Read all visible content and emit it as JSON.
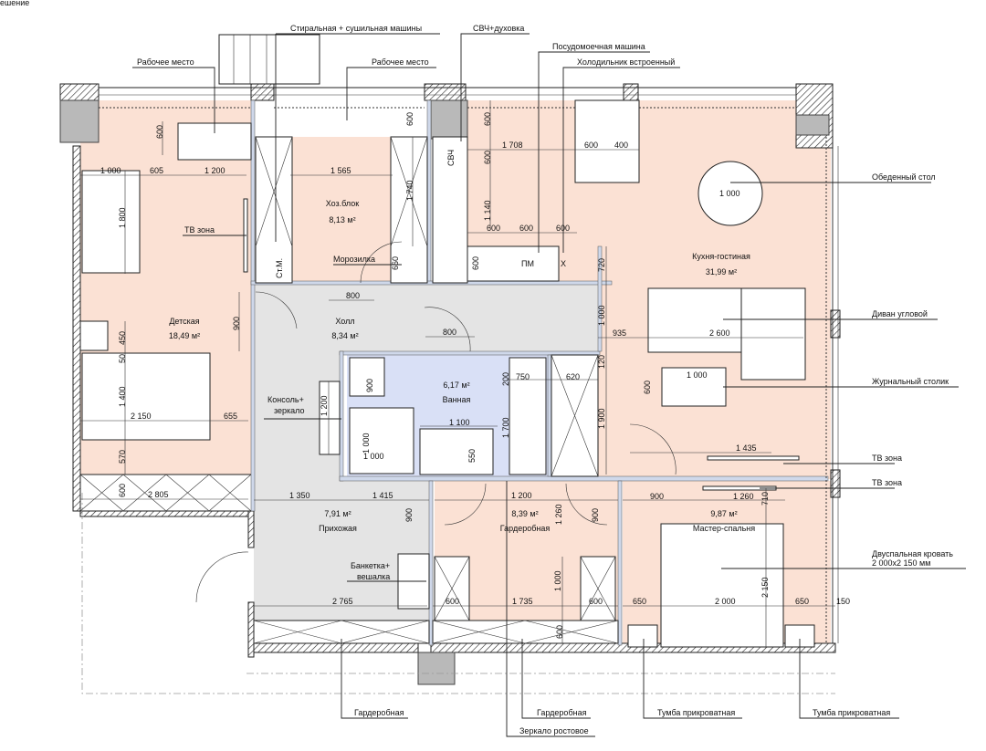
{
  "header": {
    "title_fragment": "ешение"
  },
  "colors": {
    "living": "#fbe1d4",
    "common": "#e4e4e4",
    "bath": "#d9e0f6",
    "wall": "#222222"
  },
  "rooms": {
    "kids": {
      "name": "Детская",
      "area": "18,49 м²"
    },
    "utility": {
      "name": "Хоз.блок",
      "area": "8,13 м²"
    },
    "hall": {
      "name": "Холл",
      "area": "8,34 м²"
    },
    "bath": {
      "name": "Ванная",
      "area": "6,17 м²"
    },
    "kitchen_living": {
      "name": "Кухня-гостиная",
      "area": "31,99 м²"
    },
    "entry": {
      "name": "Прихожая",
      "area": "7,91 м²"
    },
    "wardrobe": {
      "name": "Гардеробная",
      "area": "8,39 м²"
    },
    "master": {
      "name": "Мастер-спальня",
      "area": "9,87 м²"
    }
  },
  "appliance_marks": {
    "microwave": "СВЧ",
    "dishwasher": "ПМ",
    "fridge": "Х",
    "washer": "Ст.М."
  },
  "callouts": {
    "washer_dryer": "Стиральная + сушильная машины",
    "microwave_oven": "СВЧ+духовка",
    "dishwasher": "Посудомоечная машина",
    "fridge": "Холодильник встроенный",
    "workplace_1": "Рабочее место",
    "workplace_2": "Рабочее место",
    "tv_zone_kids": "ТВ зона",
    "freezer": "Морозилка",
    "console_1": "Консоль+",
    "console_2": "зеркало",
    "dining_table": "Обеденный стол",
    "corner_sofa": "Диван угловой",
    "coffee_table": "Журнальный столик",
    "tv_zone_living": "ТВ зона",
    "tv_zone_master": "ТВ зона",
    "bed_1": "Двуспальная кровать",
    "bed_2": "2 000х2 150 мм",
    "bench_1": "Банкетка+",
    "bench_2": "вешалка",
    "wardrobe_entry": "Гардеробная",
    "wardrobe_room": "Гардеробная",
    "mirror": "Зеркало ростовое",
    "nightstand_1": "Тумба прикроватная",
    "nightstand_2": "Тумба прикроватная"
  },
  "dims": [
    "600",
    "1 000",
    "605",
    "1 200",
    "1 800",
    "1 565",
    "1 740",
    "600",
    "600",
    "600",
    "1 708",
    "600",
    "400",
    "1 140",
    "600",
    "600",
    "600",
    "600",
    "660",
    "720",
    "1 000",
    "800",
    "900",
    "800",
    "1 000",
    "935",
    "2 600",
    "120",
    "1 900",
    "1 000",
    "600",
    "450",
    "50",
    "1 400",
    "2 150",
    "655",
    "570",
    "600",
    "2 805",
    "1 200",
    "900",
    "1 000",
    "1 000",
    "1 100",
    "550",
    "200",
    "750",
    "620",
    "1 700",
    "1 435",
    "1 350",
    "1 415",
    "1 200",
    "1 260",
    "900",
    "900",
    "900",
    "1 260",
    "710",
    "2 765",
    "600",
    "1 735",
    "1 000",
    "600",
    "600",
    "650",
    "2 000",
    "2 150",
    "650",
    "150"
  ]
}
